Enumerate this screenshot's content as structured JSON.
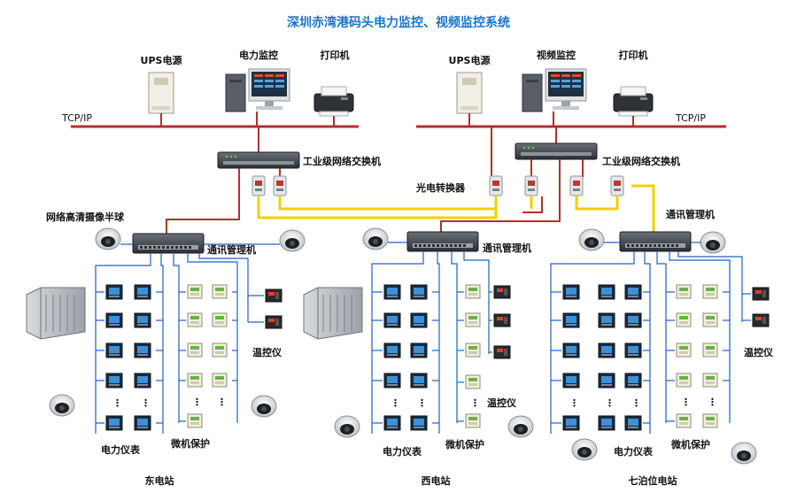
{
  "title": "深圳赤湾港码头电力监控、视频监控系统",
  "top_left": {
    "ups": "UPS电源",
    "monitor": "电力监控",
    "printer": "打印机",
    "bus": "TCP/IP"
  },
  "top_right": {
    "ups": "UPS电源",
    "monitor": "视频监控",
    "printer": "打印机",
    "bus": "TCP/IP"
  },
  "switch_label": "工业级网络交换机",
  "converter_label": "光电转换器",
  "camera_label": "网络高清摄像半球",
  "comm_manager_label": "通讯管理机",
  "temp_controller_label": "温控仪",
  "meter_label": "电力仪表",
  "relay_label": "微机保护",
  "dots": "⋮",
  "stations": [
    "东电站",
    "西电站",
    "七泊位电站"
  ],
  "colors": {
    "title": "#1a73c9",
    "bus": "#b03030",
    "fiber": "#f2d000",
    "link": "#2060c0"
  }
}
